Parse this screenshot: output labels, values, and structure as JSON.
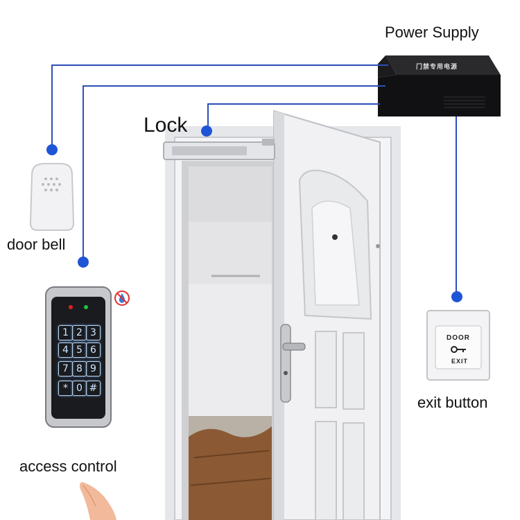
{
  "labels": {
    "power_supply": "Power Supply",
    "lock": "Lock",
    "door_bell": "door bell",
    "exit_button": "exit button",
    "access_control": "access control"
  },
  "power_supply_box": {
    "text": "门禁专用电源"
  },
  "exit_button_plate": {
    "line1": "DOOR",
    "line2": "EXIT"
  },
  "keypad": {
    "keys": [
      "1",
      "2",
      "3",
      "4",
      "5",
      "6",
      "7",
      "8",
      "9",
      "*",
      "0",
      "#"
    ]
  },
  "colors": {
    "wire": "#2d4fb8",
    "dot": "#1e55d6",
    "door": "#f1f1f3",
    "floor": "#8b5a34"
  },
  "icons": [
    "door-bell-icon",
    "keypad-icon",
    "power-supply-icon",
    "magnetic-lock-icon",
    "exit-button-icon",
    "no-water-icon",
    "door-handle-icon",
    "finger-icon"
  ]
}
